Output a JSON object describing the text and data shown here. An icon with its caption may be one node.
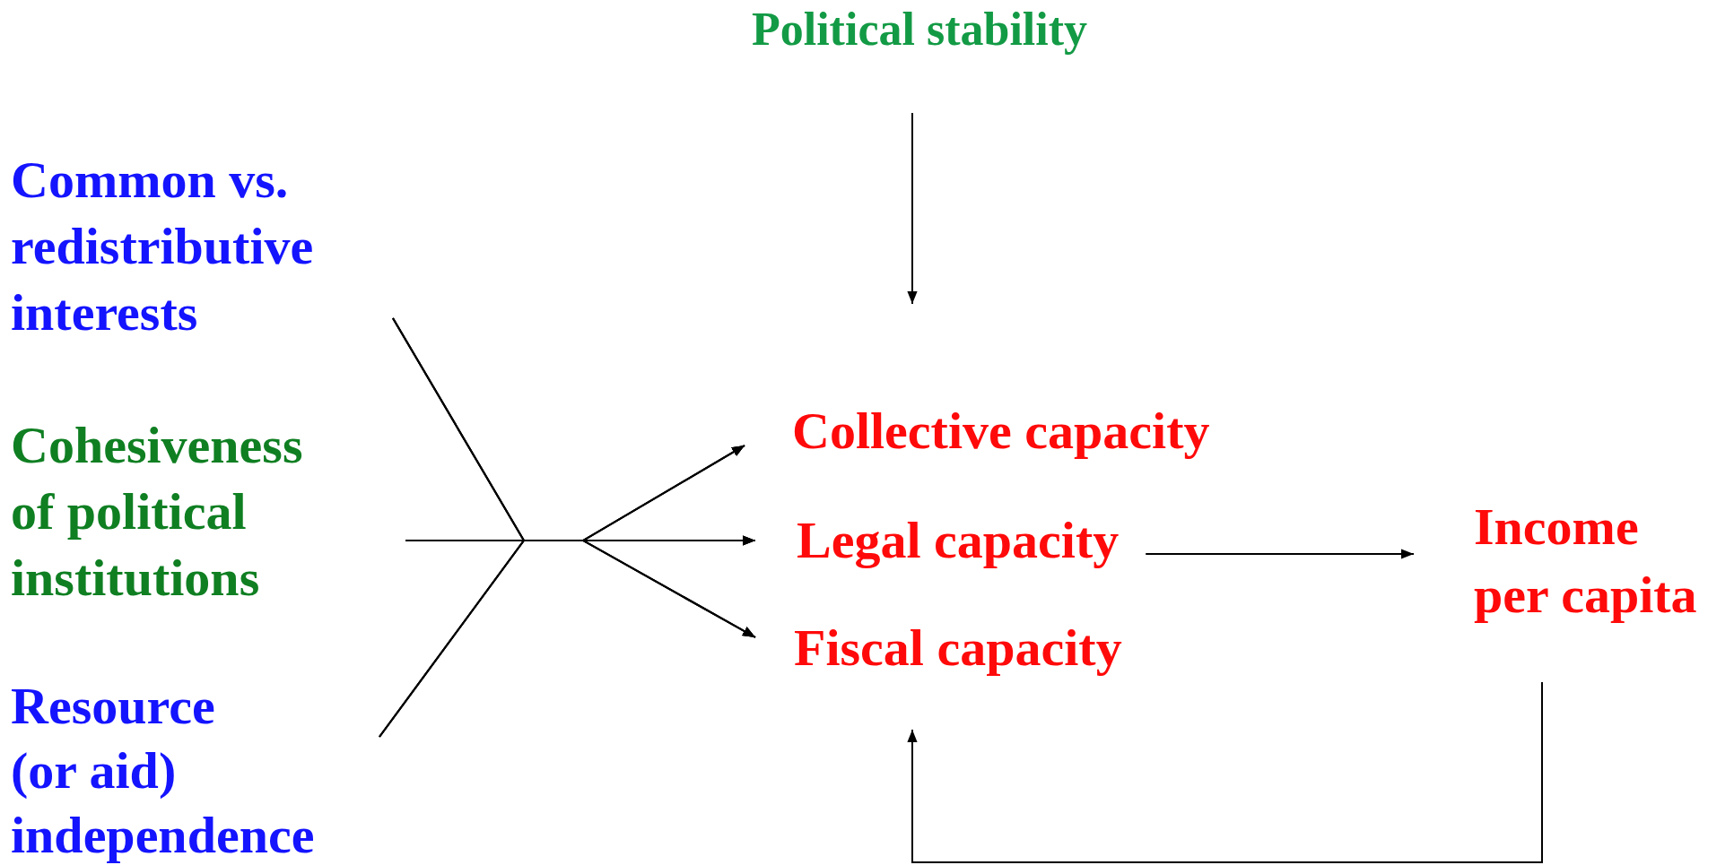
{
  "diagram": {
    "nodes": [
      {
        "text": [
          "Political stability"
        ]
      },
      {
        "text": [
          "Common vs. redistributive interests"
        ]
      },
      {
        "text": [
          "Cohesiveness of political institutions"
        ]
      },
      {
        "text": [
          "Resource (or aid) independence"
        ]
      },
      {
        "text": [
          "Collective capacity"
        ]
      },
      {
        "text": [
          "Legal capacity"
        ]
      },
      {
        "text": [
          "Fiscal capacity"
        ]
      },
      {
        "text": [
          "Income per capita"
        ]
      }
    ],
    "edges": [
      {
        "from": 0,
        "to": 4,
        "arrow": "to"
      },
      {
        "from": 1,
        "to": 4,
        "arrow": "to"
      },
      {
        "from": 1,
        "to": 5,
        "arrow": "to"
      },
      {
        "from": 1,
        "to": 6,
        "arrow": "to"
      },
      {
        "from": 2,
        "to": 4,
        "arrow": "to"
      },
      {
        "from": 2,
        "to": 5,
        "arrow": "to"
      },
      {
        "from": 2,
        "to": 6,
        "arrow": "to"
      },
      {
        "from": 3,
        "to": 4,
        "arrow": "to"
      },
      {
        "from": 3,
        "to": 5,
        "arrow": "to"
      },
      {
        "from": 3,
        "to": 6,
        "arrow": "to"
      },
      {
        "from": 5,
        "to": 7,
        "arrow": "to"
      },
      {
        "from": 7,
        "to": 6,
        "arrow": "to"
      }
    ]
  }
}
